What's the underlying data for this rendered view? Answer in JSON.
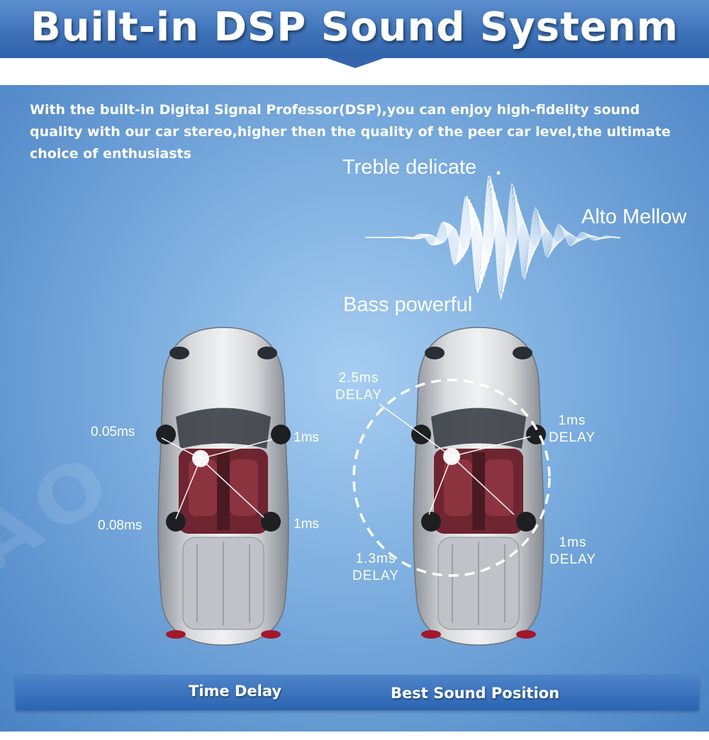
{
  "header": {
    "title": "Built-in DSP Sound Systenm"
  },
  "intro": {
    "text": "With the built-in Digital Signal Professor(DSP),you can enjoy high-fidelity sound quality with our car stereo,higher then the quality of the peer car level,the ultimate choice of enthusiasts"
  },
  "waveform": {
    "treble_label": "Treble delicate",
    "alto_label": "Alto Mellow",
    "bass_label": "Bass powerful"
  },
  "left_car": {
    "front_left": "0.05ms",
    "front_right": "1ms",
    "rear_left": "0.08ms",
    "rear_right": "1ms"
  },
  "right_car": {
    "front_left": [
      "2.5ms",
      "DELAY"
    ],
    "front_right": [
      "1ms",
      "DELAY"
    ],
    "rear_left": [
      "1.3ms",
      "DELAY"
    ],
    "rear_right": [
      "1ms",
      "DELAY"
    ]
  },
  "bottom_bar": {
    "left_label": "Time Delay",
    "right_label": "Best Sound Position"
  },
  "colors": {
    "header_blue": "#3f73b9",
    "panel_blue": "#7fb0e0",
    "car_silver": "#c9ccd1",
    "interior_red": "#7a2a35"
  }
}
